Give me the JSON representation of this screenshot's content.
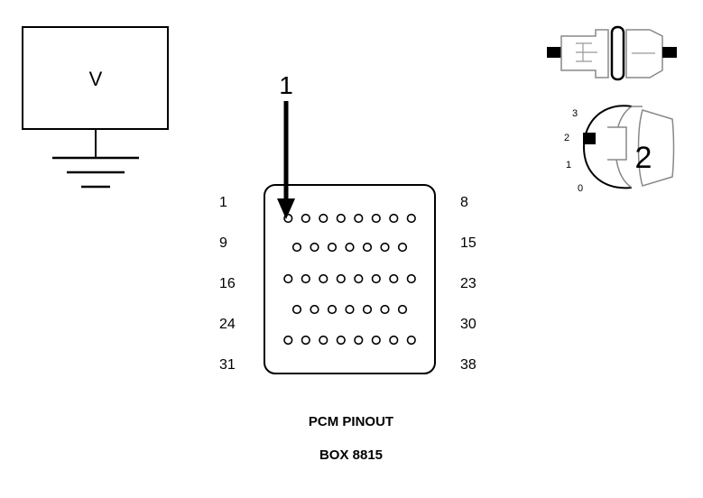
{
  "meter": {
    "label": "V"
  },
  "arrow": {
    "label": "1"
  },
  "connector": {
    "rows": [
      {
        "left": "1",
        "right": "8",
        "pins": 8
      },
      {
        "left": "9",
        "right": "15",
        "pins": 7
      },
      {
        "left": "16",
        "right": "23",
        "pins": 8
      },
      {
        "left": "24",
        "right": "30",
        "pins": 7
      },
      {
        "left": "31",
        "right": "38",
        "pins": 8
      }
    ]
  },
  "caption": {
    "line1": "PCM PINOUT",
    "line2": "BOX 8815"
  },
  "ignition": {
    "key_label": "2",
    "positions": [
      "3",
      "2",
      "1",
      "0"
    ]
  }
}
